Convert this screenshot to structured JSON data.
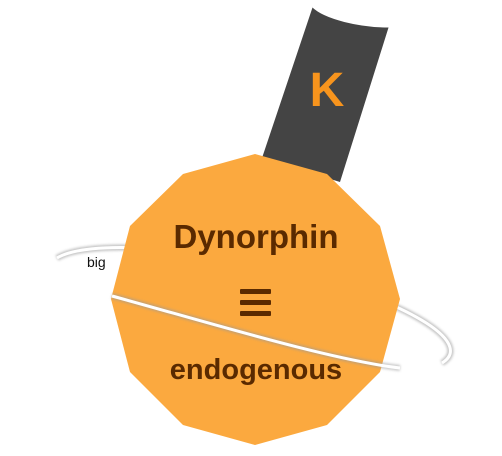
{
  "badge": {
    "letter": "K"
  },
  "plate": {
    "title": "Dynorphin",
    "subtitle": "endogenous"
  },
  "ring": {
    "label": "big"
  },
  "icons": {
    "equivalence": "identical-to-icon"
  },
  "colors": {
    "plate_fill": "#fba93f",
    "text_dark": "#5a2a00",
    "handle_dark": "#444444",
    "badge_letter": "#f7941d",
    "ring_stroke": "#ffffff",
    "ring_shadow": "#9a9a9a"
  }
}
